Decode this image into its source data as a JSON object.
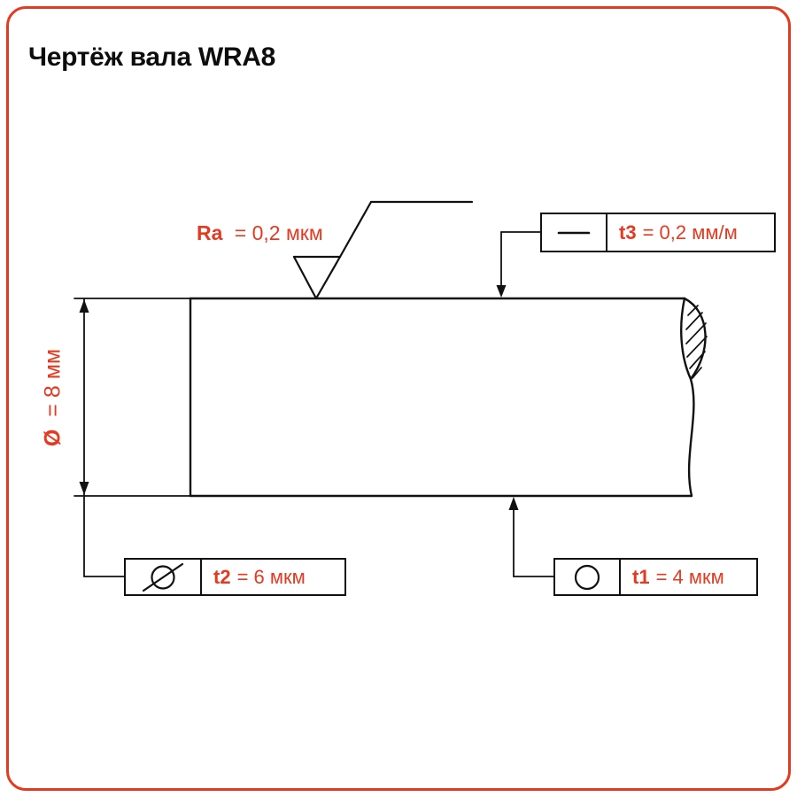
{
  "page": {
    "title": "Чертёж вала WRA8"
  },
  "colors": {
    "accent": "#e6391f",
    "line": "#111111",
    "background": "#ffffff"
  },
  "drawing": {
    "diameter": {
      "label": "Ø",
      "value": "= 8 мм"
    },
    "roughness": {
      "label": "Ra",
      "value": "= 0,2 мкм",
      "icon": "surface-roughness-symbol"
    },
    "tolerance_frames": [
      {
        "id": "t3",
        "icon": "straightness-line-icon",
        "label": "t3",
        "value": "= 0,2 мм/м"
      },
      {
        "id": "t2",
        "icon": "circle-slash-icon",
        "label": "t2",
        "value": "= 6 мкм"
      },
      {
        "id": "t1",
        "icon": "circle-icon",
        "label": "t1",
        "value": "= 4 мкм"
      }
    ]
  }
}
